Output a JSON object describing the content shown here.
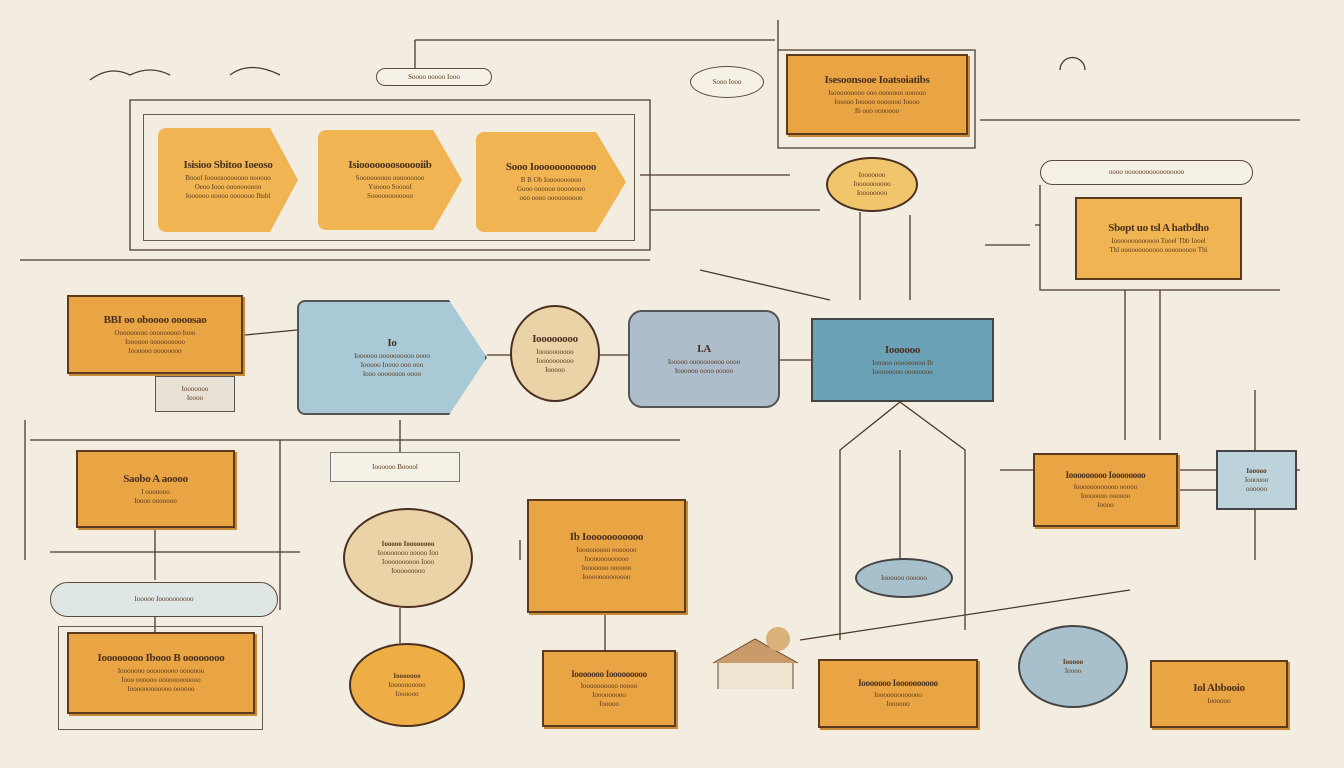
{
  "colors": {
    "background": "#f3ede1",
    "orange": "#e9a444",
    "gold": "#f0b552",
    "blue": "#a9c9d6",
    "teal": "#6aa1b6",
    "gray_blue": "#aebdcc",
    "beige": "#ead3a6",
    "ink": "#4a3020"
  },
  "nodes": {
    "top_box": {
      "title": "Isesoonsooe Ioatsoiatibs",
      "lines": [
        "Isooooooooo ooo ooooooo oooooo",
        "Iosooo Iooooo ooooooo Ioooo",
        "Ib ooo ooooooo"
      ]
    },
    "chev1": {
      "title": "Isisioo Sbitoo Ioeoso",
      "lines": [
        "Booof Ioooosooooooo oooooo",
        "Oeoo Iooo oooooooooo",
        "Ioooooo ooooo ooooooo Ibsbl"
      ]
    },
    "chev2": {
      "title": "Isiooooooosooooiib",
      "lines": [
        "Sooooooooo ooooooooo",
        "Ysoooo Soooof",
        "Soooooooooooo"
      ]
    },
    "chev3": {
      "title": "Sooo Ioooooooooooo",
      "lines": [
        "B B Ob Ioooooooooo",
        "Gooo oooooo oooooooo",
        "ooo oooo oooooooooo"
      ]
    },
    "top_pill": {
      "title": "Soooo ooooo Iooo"
    },
    "top_diamond": {
      "title": "Sooo Iooo"
    },
    "gold_oval": {
      "title": "Iooooooo",
      "lines": [
        "Ioooooooooo",
        "Ioooooooo"
      ]
    },
    "right_pill": {
      "title": "oooo ooooooooooooooooo"
    },
    "right_box": {
      "title": "Sbopt uo tsl A hatbdho",
      "lines": [
        "Iooooooooooooo Tooel Tbb Iooel",
        "Tbl oooooooooooo ooooooooo Tbi"
      ]
    },
    "left_box": {
      "title": "BBI oo oboooo oooosao",
      "lines": [
        "Ooooooooo ooooooooo Iooo",
        "Ioooooo oooooooooo",
        "Ioooooo oooooooo"
      ]
    },
    "left_small": {
      "title": "Iooooooo",
      "lines": [
        "Ioooo"
      ]
    },
    "blue_chev": {
      "title": "Io",
      "lines": [
        "Ioooooo oooooooooo oooo",
        "Iooooo Ioooo ooo ooo",
        "Iooo oooooooo oooo"
      ]
    },
    "circle": {
      "title": "Ioooooooo",
      "lines": [
        "Ioooooooooo",
        "Ioooooooooo",
        "Iooooo"
      ]
    },
    "gray_box": {
      "title": "I.A",
      "lines": [
        "Iooooo oooooooooo oooo",
        "Ioooooo oooo ooooo"
      ]
    },
    "teal_box": {
      "title": "Ioooooo",
      "lines": [
        "Iooooo ooooooooo Ib",
        "Ioooooooo oooooooo"
      ]
    },
    "mid_left_box": {
      "title": "Saobo A aoooo",
      "lines": [
        "I ooooooo",
        "Ioooo ooooooo"
      ]
    },
    "mid_ellipse": {
      "title": "Iooooo Ioooooooo",
      "lines": [
        "Ioooooooo ooooo Ioo",
        "Ioooooooooo Iooo",
        "Iooooooooo"
      ]
    },
    "mid_box": {
      "title": "Ib Iooooooooooo",
      "lines": [
        "Iooooooooo ooooooo",
        "Ioooooooooooo",
        "Iooooooo oooooo",
        "Iooooooooooooo"
      ]
    },
    "mid_caption": {
      "title": "Ioooooo Booool"
    },
    "right_mid_box": {
      "title": "Iooooooooo Ioooooooo",
      "lines": [
        "Ioooooooooooo ooooo",
        "Iooooooo oooooo",
        "Ioooo"
      ]
    },
    "lightblue_box": {
      "title": "Iooooo",
      "lines": [
        "Ioooooo",
        "oooooo"
      ]
    },
    "blue_oval": {
      "title": "Ioooooo oooooo"
    },
    "left_pill": {
      "title": "Iooooo Ioooooooooo"
    },
    "bottom_left_box": {
      "title": "Ioooooooo Ibooo B oooooooo",
      "lines": [
        "Iooooooo ooooooooo ooooooo",
        "Iooo oooooo oooooooooooo",
        "Ioooooooooooo oooooo"
      ]
    },
    "bottom_ellipse": {
      "title": "Iooooooo",
      "lines": [
        "Ioooooooooo",
        "Ioooooo"
      ]
    },
    "bottom_box2": {
      "title": "Iooooooo Iooooooooo",
      "lines": [
        "Ioooooooooo ooooo",
        "Iooooooooo",
        "Iooooo"
      ]
    },
    "bottom_box3": {
      "title": "Iooooooo Ioooooooooo",
      "lines": [
        "Iooooooooooooo",
        "Ioooooo"
      ]
    },
    "bottom_blue_ellipse": {
      "title": "Iooooo",
      "lines": [
        "Ioooo"
      ]
    },
    "bottom_right_box": {
      "title": "Iol Abbooio",
      "lines": [
        "Ioooooo"
      ]
    }
  }
}
